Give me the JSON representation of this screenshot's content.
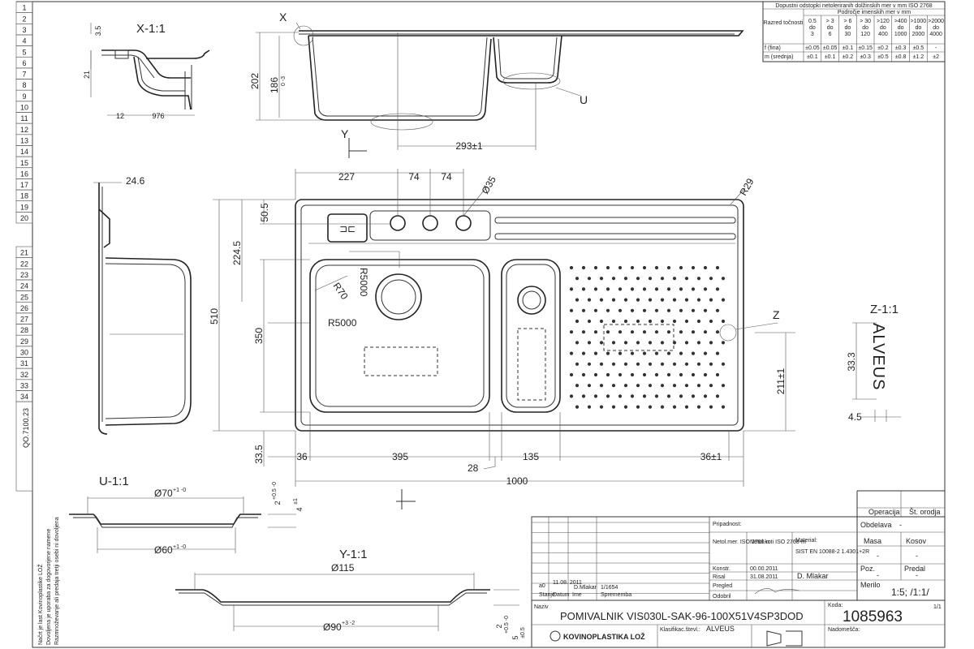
{
  "row_numbers": [
    "1",
    "2",
    "3",
    "4",
    "5",
    "6",
    "7",
    "8",
    "9",
    "10",
    "11",
    "12",
    "13",
    "14",
    "15",
    "16",
    "17",
    "18",
    "19",
    "20",
    "21",
    "22",
    "23",
    "24",
    "25",
    "26",
    "27",
    "28",
    "29",
    "30",
    "31",
    "32",
    "33",
    "34"
  ],
  "doc_code": "QO.7100.23",
  "side_notice": [
    "Načrt je last Kovinoplastike LOŽ",
    "Dovoljena je uporaba za dogovorjene namene",
    "Razmnoževanje ali predaja tretji osebi ni dovoljena"
  ],
  "views": {
    "x_title": "X-1:1",
    "u_title": "U-1:1",
    "y_title": "Y-1:1",
    "z_title": "Z-1:1",
    "x_letter": "X",
    "y_letter": "Y",
    "u_letter": "U",
    "z_letter": "Z"
  },
  "dims": {
    "x_35": "3.5",
    "x_21": "21",
    "x_12": "12",
    "x_976": "976",
    "h_202": "202",
    "h_186": "186",
    "h_186_tol": "0 -3",
    "d_293": "293±1",
    "s_246": "24.6",
    "t_227": "227",
    "t_74a": "74",
    "t_74b": "74",
    "t_035": "Ø35",
    "r29": "R29",
    "v_505": "50.5",
    "v_2245": "224.5",
    "v_510": "510",
    "v_350": "350",
    "v_335": "33.5",
    "r70": "R70",
    "r5000a": "R5000",
    "r5000b": "R5000",
    "b_36a": "36",
    "b_395": "395",
    "b_135": "135",
    "b_36b": "36±1",
    "b_28": "28",
    "b_1000": "1000",
    "r_211": "211±1",
    "z_333": "33.3",
    "z_45": "4.5",
    "z_logo": "ALVEUS",
    "u_070": "Ø70",
    "u_070_tol": "+1 -0",
    "u_060": "Ø60",
    "u_060_tol": "+1 -0",
    "u_2": "2",
    "u_2_tol": "+0.5 -0",
    "u_4": "4",
    "u_4_tol": "±1",
    "y_0115": "Ø115",
    "y_090": "Ø90",
    "y_090_tol": "+3 -2",
    "y_2": "2",
    "y_2_tol": "+0.5 -0",
    "y_5": "5",
    "y_5_tol": "±0.5"
  },
  "tolerance_table": {
    "title": "Dopustni odstopki netoleriranih dolžinskih mer v mm ISO 2768",
    "subtitle": "Področje imenskih mer v mm",
    "row_header": "Razred točnosti",
    "ranges": [
      [
        "0.5",
        "do",
        "3"
      ],
      [
        "> 3",
        "do",
        "6"
      ],
      [
        "> 6",
        "do",
        "30"
      ],
      [
        "> 30",
        "do",
        "120"
      ],
      [
        ">120",
        "do",
        "400"
      ],
      [
        ">400",
        "do",
        "1000"
      ],
      [
        ">1000",
        "do",
        "2000"
      ],
      [
        ">2000",
        "do",
        "4000"
      ]
    ],
    "rows": [
      {
        "label": "f (fina)",
        "values": [
          "±0.05",
          "±0.05",
          "±0.1",
          "±0.15",
          "±0.2",
          "±0.3",
          "±0.5",
          "-"
        ]
      },
      {
        "label": "m (srednja)",
        "values": [
          "±0.1",
          "±0.1",
          "±0.2",
          "±0.3",
          "±0.5",
          "±0.8",
          "±1.2",
          "±2"
        ]
      }
    ]
  },
  "title_block": {
    "pripadnost": "Pripadnost:",
    "operacija": "Operacija",
    "st_orodja": "Št. orodja",
    "obdelava": "Obdelava",
    "obdelava_val": "-",
    "netol_mer": "Netol.mer. ISO 2768-m",
    "netol_koti": "Netol.koti ISO 2768-m",
    "material_label": "Material:",
    "material_val": "SIST EN 10088-2 1.4301+2R",
    "masa": "Masa",
    "masa_val": "-",
    "kosov": "Kosov",
    "kosov_val": "-",
    "konstr": "Konstr.",
    "konstr_date": "00.00.2011",
    "risal": "Risal",
    "risal_date": "31.08.2011",
    "risal_name": "D. Mlakar",
    "pregled": "Pregled",
    "odobril": "Odobril",
    "poz": "Poz.",
    "poz_val": "-",
    "predal": "Predal",
    "predal_val": "-",
    "merilo": "Merilo",
    "merilo_val": "1:5; /1:1/",
    "rev_stanje": "Stanje",
    "rev_datum": "Datum",
    "rev_ime": "Ime",
    "rev_sprememba": "Sprememba",
    "rev_a": "a0",
    "rev_a_date": "11.08. 2011",
    "rev_a_val": "D.Mlakar",
    "rev_a_note": "1/1654",
    "naziv": "Naziv",
    "part_name": "POMIVALNIK VIS030L-SAK-96-100X51V4SP3DOD",
    "koda": "Koda:",
    "code": "1085963",
    "sheet": "1/1",
    "company": "KOVINOPLASTIKA LOŽ",
    "klasifikac": "Klasifikac.števl.:",
    "brand": "ALVEUS",
    "nadomesca": "Nadomešča:"
  }
}
